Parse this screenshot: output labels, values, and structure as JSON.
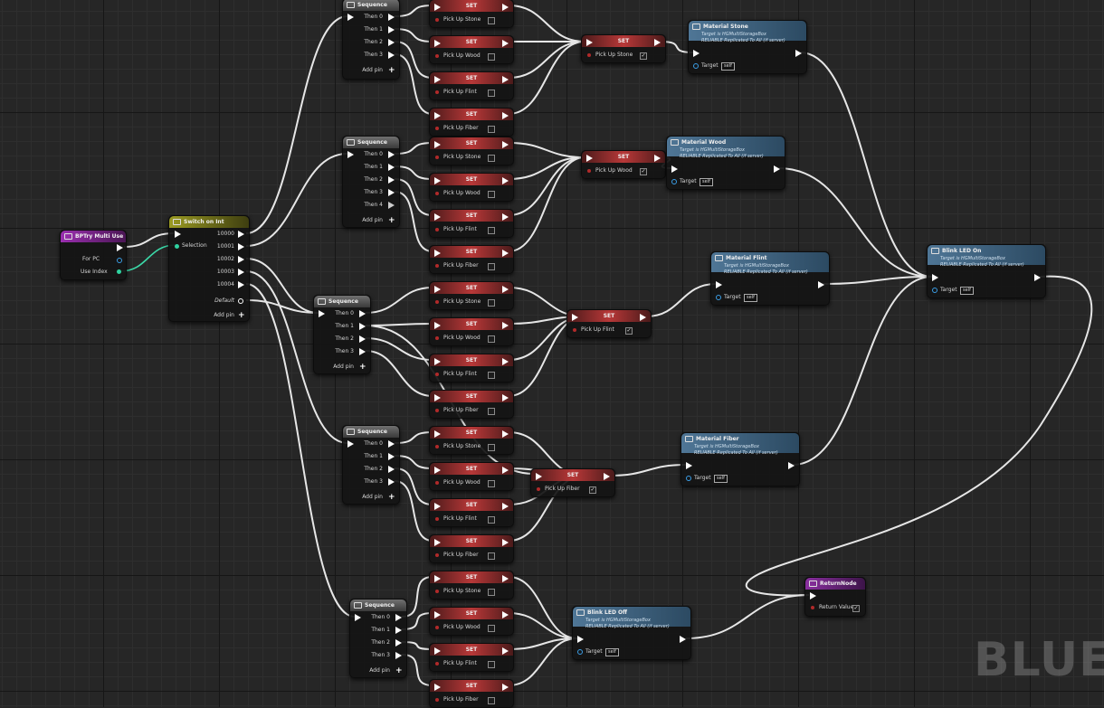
{
  "watermark": "BLUEPRINT",
  "colors": {
    "exec_wire": "#e6e6e6",
    "data_wire": "#3bd9a8",
    "set_header": "#b83838",
    "function_header": "#4f7696",
    "event_header": "#9b2fb0",
    "switch_header": "#9a9a22"
  },
  "event": {
    "title": "BPTry Multi Use",
    "for_pc": "For PC",
    "use_index": "Use Index"
  },
  "switch": {
    "title": "Switch on Int",
    "selection": "Selection",
    "cases": [
      "10000",
      "10001",
      "10002",
      "10003",
      "10004"
    ],
    "default": "Default",
    "add_pin": "Add pin"
  },
  "sequence": {
    "title": "Sequence",
    "then": [
      "Then 0",
      "Then 1",
      "Then 2",
      "Then 3",
      "Then 4"
    ],
    "add_pin": "Add pin"
  },
  "set": {
    "title": "SET",
    "stone": "Pick Up Stone",
    "wood": "Pick Up Wood",
    "flint": "Pick Up Flint",
    "fiber": "Pick Up Fiber",
    "checkmark": "✓"
  },
  "func": {
    "subtitle1": "Target is HGMultiStorageBox",
    "subtitle2": "RELIABLE Replicated To All (if server)",
    "target": "Target",
    "self": "self",
    "stone": "Material Stone",
    "wood": "Material Wood",
    "flint": "Material Flint",
    "fiber": "Material Fiber",
    "blink_on": "Blink LED On",
    "blink_off": "Blink LED Off"
  },
  "return_node": {
    "title": "ReturnNode",
    "value": "Return Value",
    "checkmark": "✓"
  }
}
